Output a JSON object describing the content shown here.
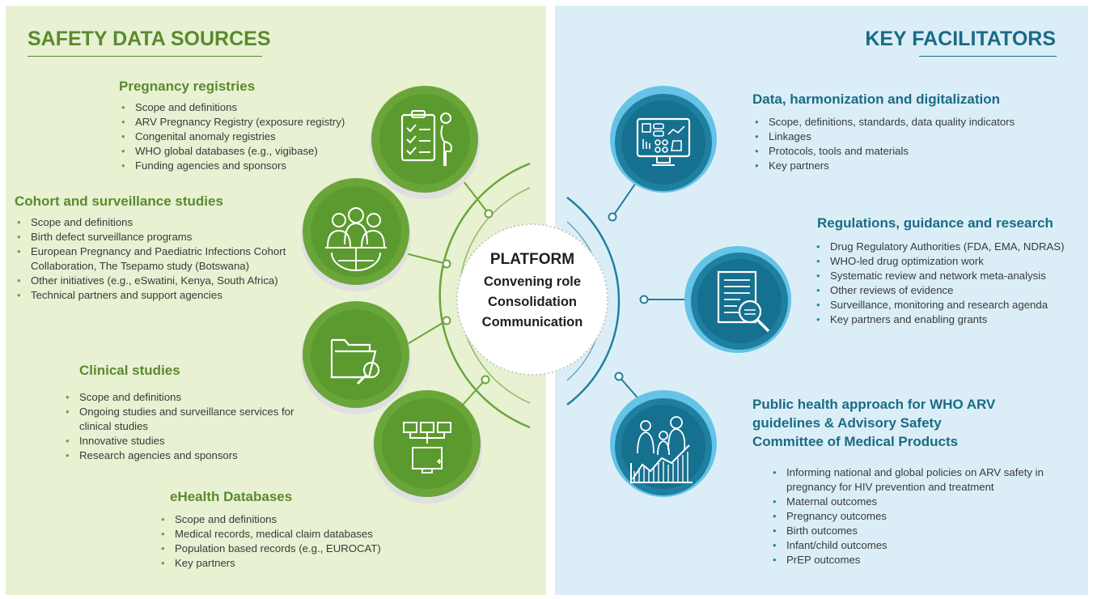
{
  "left": {
    "title": "SAFETY DATA SOURCES",
    "sections": [
      {
        "title": "Pregnancy registries",
        "icon": "pregnancy-checklist-icon",
        "items": [
          "Scope and definitions",
          "ARV Pregnancy Registry (exposure registry)",
          "Congenital anomaly registries",
          "WHO global databases (e.g., vigibase)",
          "Funding agencies and sponsors"
        ]
      },
      {
        "title": "Cohort and surveillance studies",
        "icon": "people-globe-icon",
        "items": [
          "Scope and definitions",
          "Birth defect surveillance programs",
          "European Pregnancy and Paediatric Infections Cohort Collaboration, The Tsepamo study (Botswana)",
          "Other initiatives (e.g., eSwatini, Kenya, South Africa)",
          "Technical partners and support agencies"
        ]
      },
      {
        "title": "Clinical studies",
        "icon": "folder-search-icon",
        "items": [
          "Scope and definitions",
          "Ongoing studies and surveillance services for clinical studies",
          "Innovative studies",
          "Research agencies and sponsors"
        ]
      },
      {
        "title": "eHealth Databases",
        "icon": "network-monitor-icon",
        "items": [
          "Scope and definitions",
          "Medical records, medical claim databases",
          "Population based records (e.g., EUROCAT)",
          "Key partners"
        ]
      }
    ]
  },
  "right": {
    "title": "KEY FACILITATORS",
    "sections": [
      {
        "title": "Data, harmonization and digitalization",
        "icon": "dashboard-monitor-icon",
        "items": [
          "Scope, definitions, standards, data quality indicators",
          "Linkages",
          "Protocols, tools and materials",
          "Key partners"
        ]
      },
      {
        "title": "Regulations, guidance and research",
        "icon": "document-search-icon",
        "items": [
          "Drug Regulatory Authorities (FDA, EMA, NDRAS)",
          "WHO-led drug optimization work",
          "Systematic review and network meta-analysis",
          "Other reviews of evidence",
          "Surveillance, monitoring and research agenda",
          "Key partners  and enabling grants"
        ]
      },
      {
        "title": "Public health approach for WHO ARV guidelines &  Advisory Safety Committee of Medical Products",
        "icon": "family-chart-icon",
        "items": [
          "Informing national and global policies on ARV safety in pregnancy for HIV prevention and treatment",
          "Maternal outcomes",
          "Pregnancy outcomes",
          "Birth outcomes",
          "Infant/child outcomes",
          "PrEP outcomes"
        ]
      }
    ]
  },
  "center": {
    "title": "PLATFORM",
    "lines": [
      "Convening role",
      "Consolidation",
      "Communication"
    ]
  },
  "colors": {
    "left_bg": "#e8f1d2",
    "right_bg": "#dbeef7",
    "green": "#6aa53a",
    "blue": "#1f7fa0",
    "green_text": "#5a8a2e",
    "blue_text": "#1a6b85"
  }
}
